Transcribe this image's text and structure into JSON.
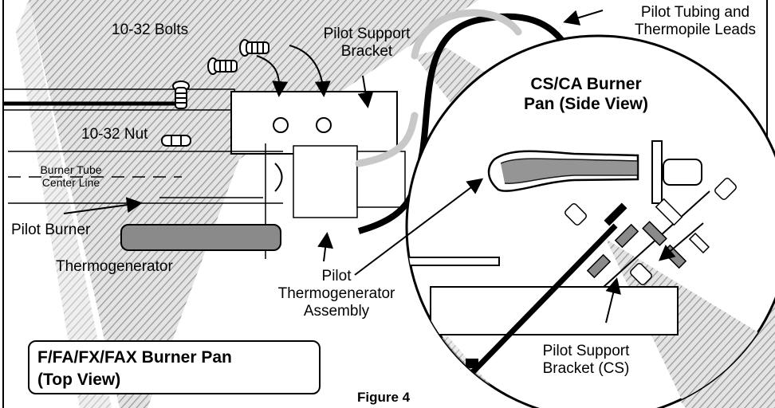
{
  "labels": {
    "bolts": "10-32 Bolts",
    "pilot_support_bracket": [
      "Pilot Support",
      "Bracket"
    ],
    "pilot_tubing": [
      "Pilot Tubing and",
      "Thermopile Leads"
    ],
    "cs_ca_title": [
      "CS/CA Burner",
      "Pan (Side View)"
    ],
    "nut": "10-32 Nut",
    "burner_tube": [
      "Burner Tube",
      "Center Line"
    ],
    "pilot_burner": "Pilot Burner",
    "thermogenerator": "Thermogenerator",
    "pilot_thermogenerator_assembly": [
      "Pilot",
      "Thermogenerator",
      "Assembly"
    ],
    "pilot_support_bracket_cs": [
      "Pilot Support",
      "Bracket (CS)"
    ],
    "top_view": [
      "F/FA/FX/FAX Burner Pan",
      "(Top View)"
    ],
    "caption": "Figure 4"
  },
  "colors": {
    "hatch": "#b4b4b4",
    "part_fill": "#8a8a8a",
    "tube": "#c8c8c8",
    "line": "#000000"
  }
}
